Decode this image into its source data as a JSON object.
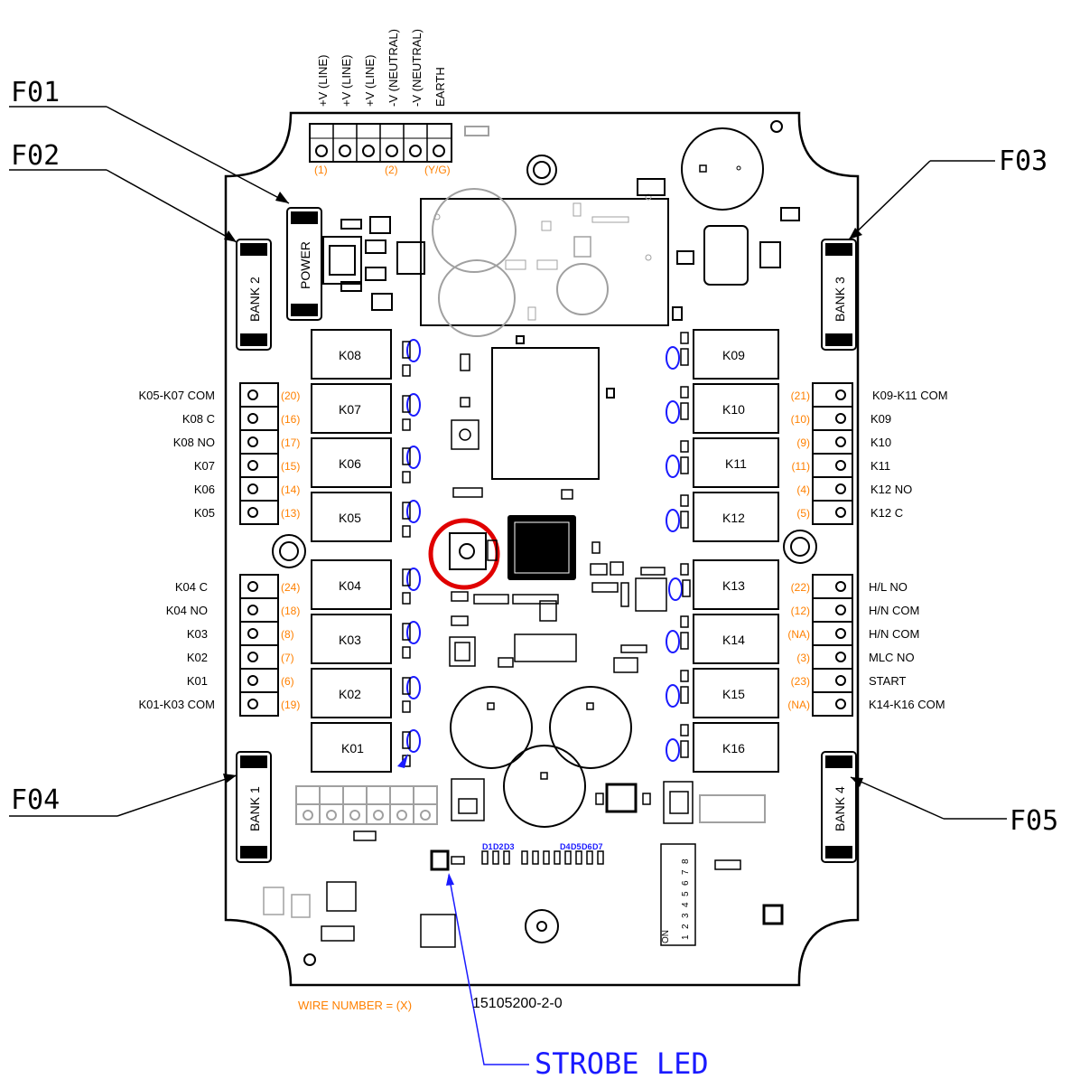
{
  "callouts": {
    "f01": "F01",
    "f02": "F02",
    "f03": "F03",
    "f04": "F04",
    "f05": "F05",
    "strobe": "STROBE LED"
  },
  "top_terminal": {
    "labels": [
      "+V (LINE)",
      "+V (LINE)",
      "+V (LINE)",
      "-V (NEUTRAL)",
      "-V (NEUTRAL)",
      "EARTH"
    ],
    "wire_1": "(1)",
    "wire_2": "(2)",
    "wire_yg": "(Y/G)"
  },
  "fuses": {
    "power": "POWER",
    "bank1": "BANK 1",
    "bank2": "BANK 2",
    "bank3": "BANK 3",
    "bank4": "BANK 4"
  },
  "relays": {
    "k01": "K01",
    "k02": "K02",
    "k03": "K03",
    "k04": "K04",
    "k05": "K05",
    "k06": "K06",
    "k07": "K07",
    "k08": "K08",
    "k09": "K09",
    "k10": "K10",
    "k11": "K11",
    "k12": "K12",
    "k13": "K13",
    "k14": "K14",
    "k15": "K15",
    "k16": "K16"
  },
  "left_upper_labels": [
    "K05-K07 COM",
    "K08 C",
    "K08 NO",
    "K07",
    "K06",
    "K05"
  ],
  "left_upper_wires": [
    "(20)",
    "(16)",
    "(17)",
    "(15)",
    "(14)",
    "(13)"
  ],
  "left_lower_labels": [
    "K04 C",
    "K04 NO",
    "K03",
    "K02",
    "K01",
    "K01-K03 COM"
  ],
  "left_lower_wires": [
    "(24)",
    "(18)",
    "(8)",
    "(7)",
    "(6)",
    "(19)"
  ],
  "right_upper_labels": [
    "K09-K11 COM",
    "K09",
    "K10",
    "K11",
    "K12 NO",
    "K12 C"
  ],
  "right_upper_wires": [
    "(21)",
    "(10)",
    "(9)",
    "(11)",
    "(4)",
    "(5)"
  ],
  "right_lower_labels": [
    "H/L NO",
    "H/N COM",
    "H/N COM",
    "MLC NO",
    "START",
    "K14-K16 COM"
  ],
  "right_lower_wires": [
    "(22)",
    "(12)",
    "(NA)",
    "(3)",
    "(23)",
    "(NA)"
  ],
  "led_labels": [
    "D1",
    "D2",
    "D3",
    "D4",
    "D5",
    "D6",
    "D7"
  ],
  "dip_numbers": [
    "1",
    "2",
    "3",
    "4",
    "5",
    "6",
    "7",
    "8"
  ],
  "dip_on": "ON",
  "wire_note": "WIRE NUMBER = (X)",
  "part_number": "15105200-2-0",
  "colors": {
    "outline": "#000000",
    "wire": "#ff8000",
    "callout_blue": "#1a1aff",
    "highlight": "#e00000",
    "faded": "#a0a0a0"
  }
}
